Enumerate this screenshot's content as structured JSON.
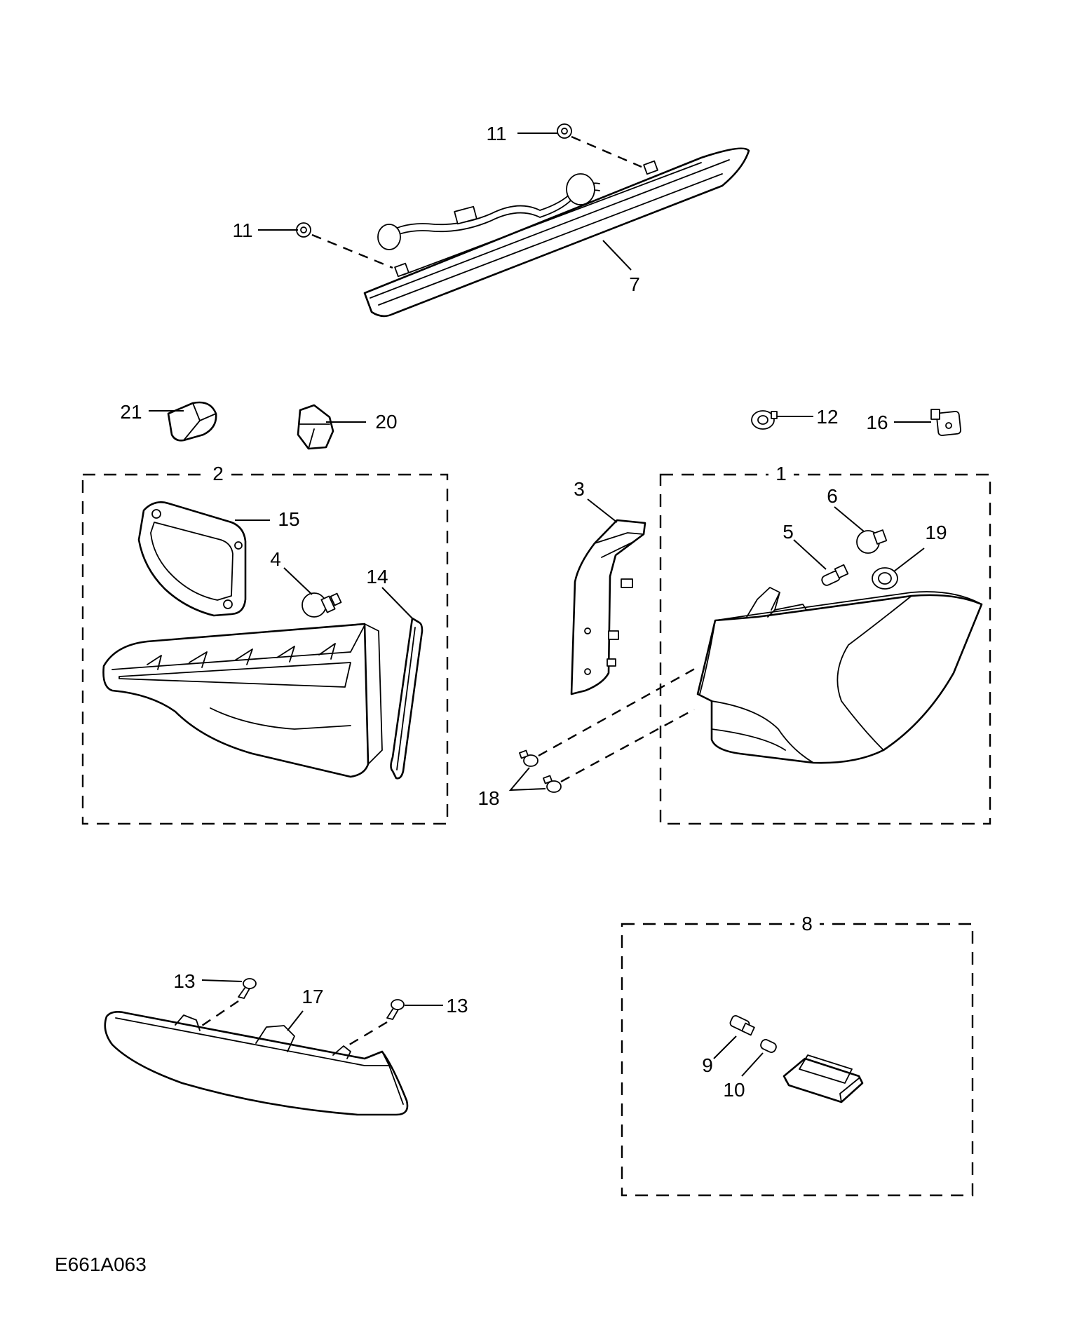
{
  "diagram_code": "E661A063",
  "callouts": {
    "c1": "1",
    "c2": "2",
    "c3": "3",
    "c4": "4",
    "c5": "5",
    "c6": "6",
    "c7": "7",
    "c8": "8",
    "c9": "9",
    "c10": "10",
    "c11": "11",
    "c12": "12",
    "c13": "13",
    "c14": "14",
    "c15": "15",
    "c16": "16",
    "c17": "17",
    "c18": "18",
    "c19": "19",
    "c20": "20",
    "c21": "21"
  }
}
